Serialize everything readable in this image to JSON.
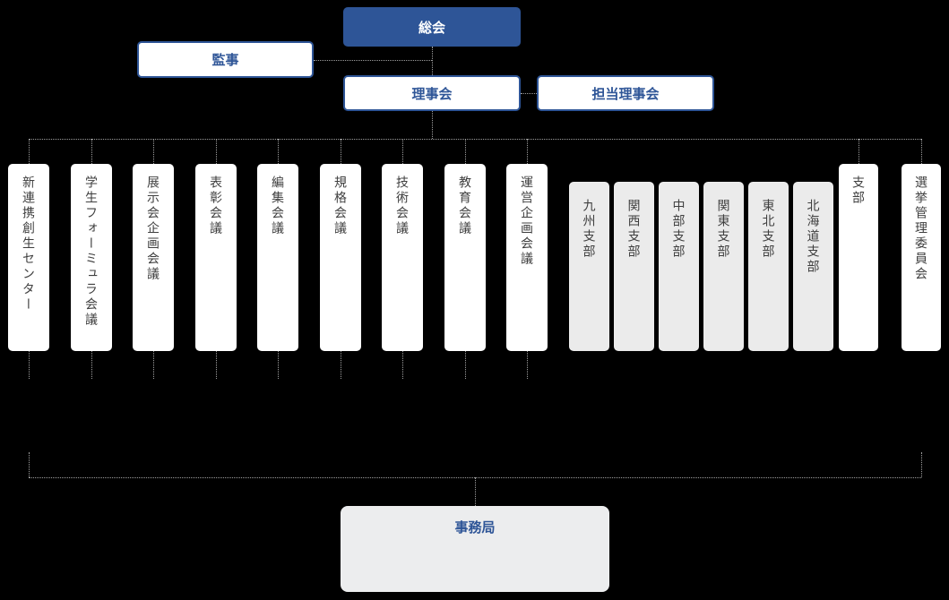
{
  "colors": {
    "background": "#000000",
    "primary_blue": "#2e5597",
    "box_white": "#ffffff",
    "box_gray": "#ebebeb",
    "secretariat_gray": "#ecedee",
    "text_dark": "#3f3f3f",
    "line_gray": "#9e9e9e"
  },
  "nodes": {
    "general_assembly": "総会",
    "auditor": "監事",
    "board": "理事会",
    "board_in_charge": "担当理事会",
    "secretariat": "事務局",
    "branch": "支部",
    "election_committee": "選挙管理委員会"
  },
  "committees": [
    "新連携創生センター",
    "学生フォーミュラ会議",
    "展示会企画会議",
    "表彰会議",
    "編集会議",
    "規格会議",
    "技術会議",
    "教育会議",
    "運営企画会議"
  ],
  "branches": [
    "九州支部",
    "関西支部",
    "中部支部",
    "関東支部",
    "東北支部",
    "北海道支部"
  ]
}
